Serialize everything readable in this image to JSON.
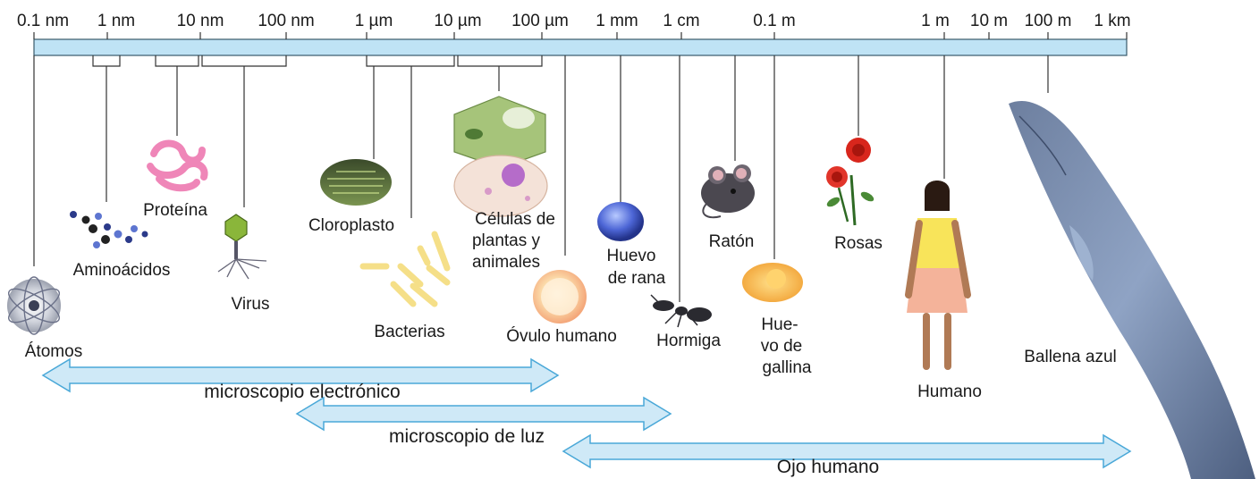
{
  "scale": {
    "ticks": [
      "0.1 nm",
      "1 nm",
      "10 nm",
      "100 nm",
      "1 µm",
      "10 µm",
      "100 µm",
      "1 mm",
      "1 cm",
      "0.1 m",
      "1 m",
      "10 m",
      "100 m",
      "1 km"
    ]
  },
  "items": {
    "atomos": "Átomos",
    "aminoacidos": "Aminoácidos",
    "proteina": "Proteína",
    "virus": "Virus",
    "cloroplasto": "Cloroplasto",
    "bacterias": "Bacterias",
    "celulas": [
      "Células de",
      "plantas y",
      "animales"
    ],
    "ovulo": "Óvulo humano",
    "huevo_rana": [
      "Huevo",
      "de rana"
    ],
    "hormiga": "Hormiga",
    "raton": "Ratón",
    "huevo_gallina": [
      "Hue-",
      "vo de",
      "gallina"
    ],
    "rosas": "Rosas",
    "humano": "Humano",
    "ballena": "Ballena azul"
  },
  "ranges": {
    "electronico": "microscopio electrónico",
    "luz": "microscopio de luz",
    "ojo": "Ojo humano"
  },
  "colors": {
    "bar_fill": "#bfe3f5",
    "arrow_fill": "#cfe9f7",
    "arrow_stroke": "#4aa8d8"
  }
}
